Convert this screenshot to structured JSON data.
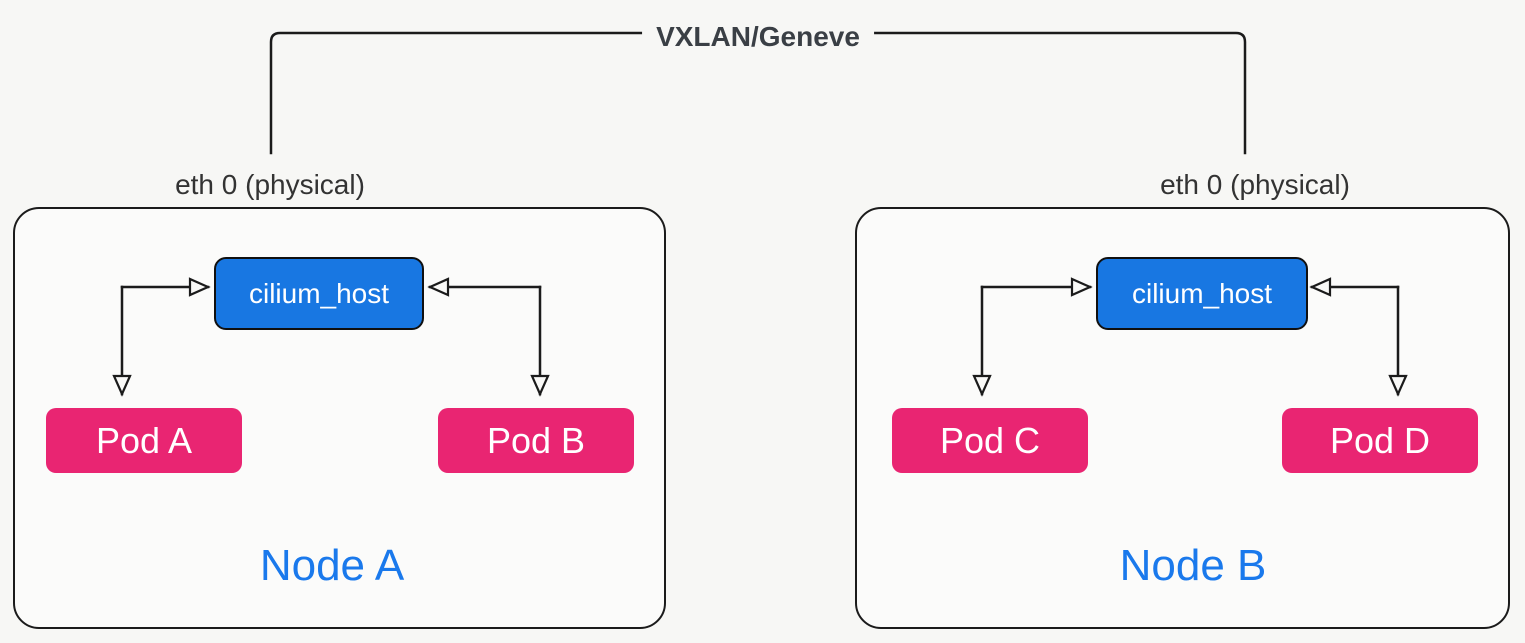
{
  "diagram": {
    "title": "VXLAN/Geneve",
    "nodes": [
      {
        "label": "Node A",
        "interface": "eth 0 (physical)",
        "host": "cilium_host",
        "pods": [
          "Pod A",
          "Pod B"
        ]
      },
      {
        "label": "Node B",
        "interface": "eth 0 (physical)",
        "host": "cilium_host",
        "pods": [
          "Pod C",
          "Pod D"
        ]
      }
    ],
    "icons": {
      "arrowhead": "open-triangle-arrow-icon"
    },
    "colors": {
      "background": "#f7f7f5",
      "node_fill": "#fbfbfa",
      "line": "#1b1b1b",
      "arrowhead_fill": "#f9f9f7",
      "title_text": "#3a3f45",
      "interface_text": "#333333",
      "host_fill": "#1877e2",
      "host_border": "#101010",
      "host_text": "#ffffff",
      "pod_fill": "#e92572",
      "pod_text": "#ffffff",
      "node_label": "#1a79ec"
    }
  }
}
